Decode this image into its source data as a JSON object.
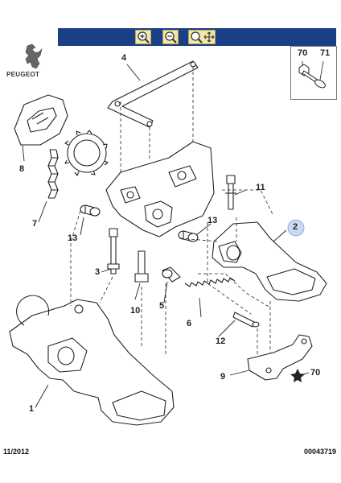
{
  "toolbar": {
    "zoom_in_icon": "zoom-in",
    "zoom_out_icon": "zoom-out",
    "zoom_pan_icon": "zoom-pan"
  },
  "brand": {
    "name": "PEUGEOT"
  },
  "inset": {
    "ref_a": "70",
    "ref_b": "71"
  },
  "callouts": {
    "c1": "1",
    "c2": "2",
    "c3": "3",
    "c4": "4",
    "c5": "5",
    "c6": "6",
    "c7": "7",
    "c8": "8",
    "c9": "9",
    "c10": "10",
    "c11": "11",
    "c12": "12",
    "c13a": "13",
    "c13b": "13",
    "c70": "70"
  },
  "footer": {
    "date": "11/2012",
    "doc_number": "00043719"
  },
  "colors": {
    "toolbar_bg": "#1a3f86",
    "button_bg": "#f2e7a8",
    "highlight_circle": "#c9d8f4"
  }
}
